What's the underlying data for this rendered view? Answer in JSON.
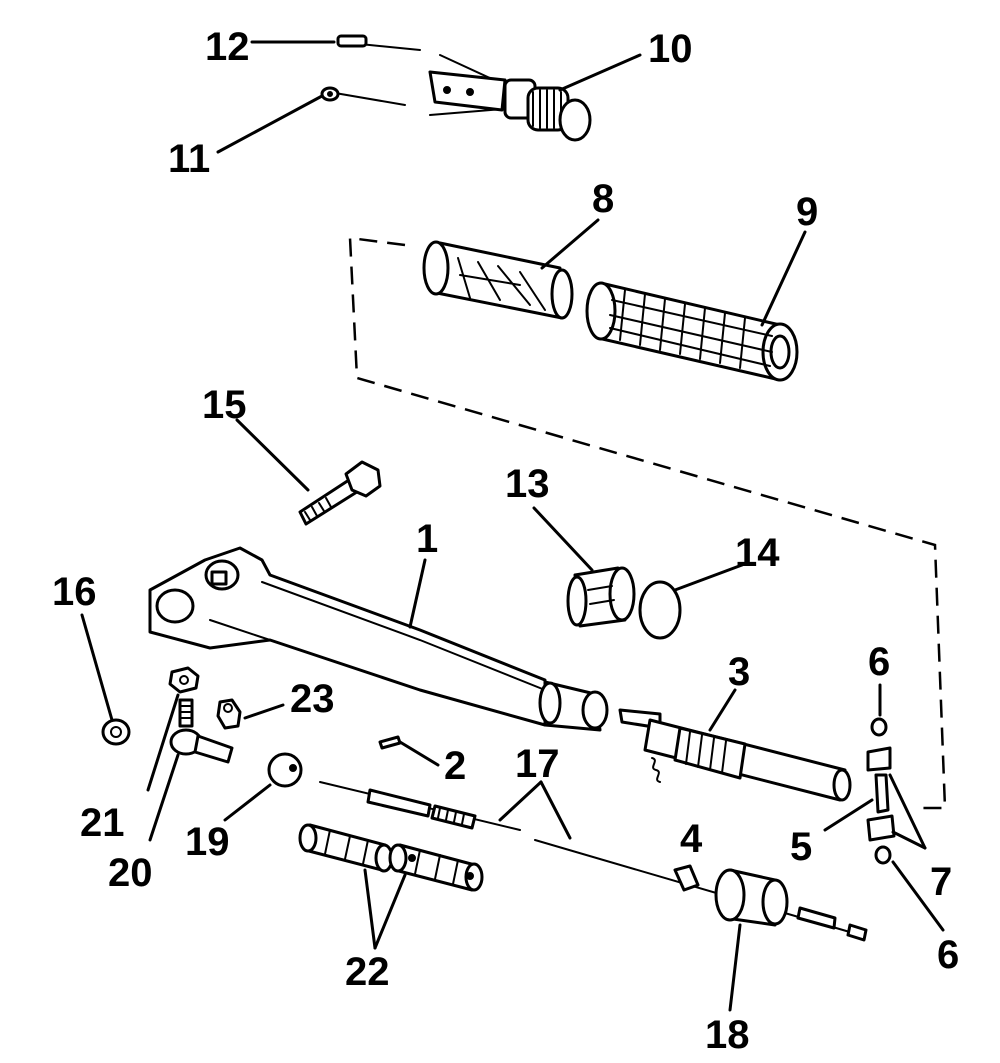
{
  "callouts": {
    "c1": "1",
    "c2": "2",
    "c3": "3",
    "c4": "4",
    "c5": "5",
    "c6a": "6",
    "c6b": "6",
    "c7": "7",
    "c8": "8",
    "c9": "9",
    "c10": "10",
    "c11": "11",
    "c12": "12",
    "c13": "13",
    "c14": "14",
    "c15": "15",
    "c16": "16",
    "c17": "17",
    "c18": "18",
    "c19": "19",
    "c20": "20",
    "c21": "21",
    "c22": "22",
    "c23": "23"
  },
  "colors": {
    "ink": "#000000",
    "paper": "#ffffff"
  }
}
